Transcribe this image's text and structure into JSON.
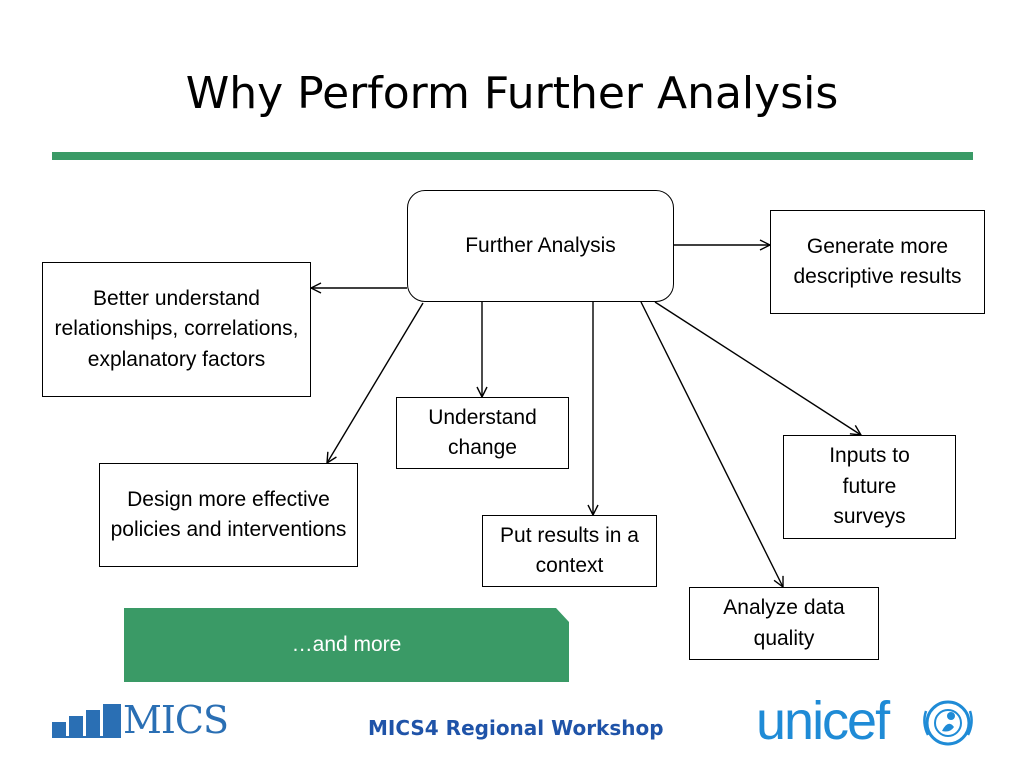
{
  "title": "Why Perform Further Analysis",
  "center": {
    "label": "Further Analysis"
  },
  "nodes": {
    "better_understand": "Better understand relationships, correlations, explanatory factors",
    "generate_more": "Generate more descriptive results",
    "understand_change": "Understand change",
    "design_policies": "Design more effective policies and interventions",
    "put_results": "Put results in a context",
    "inputs_surveys": "Inputs to future surveys",
    "analyze_quality": "Analyze data quality"
  },
  "banner": {
    "label": "…and more"
  },
  "footer": {
    "workshop": "MICS4 Regional Workshop",
    "mics_logo": "MICS",
    "unicef_logo": "unicef"
  },
  "colors": {
    "accent_green": "#3a9a66",
    "footer_blue": "#1f53a8",
    "unicef_blue": "#1f8bd6"
  }
}
